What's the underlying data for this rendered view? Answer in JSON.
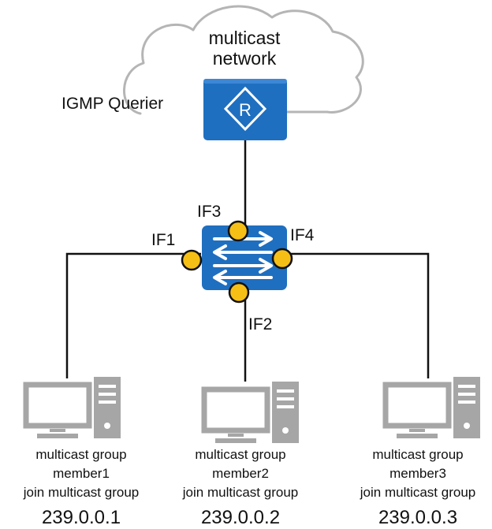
{
  "cloud": {
    "line1": "multicast",
    "line2": "network"
  },
  "querier": {
    "label": "IGMP Querier",
    "router_symbol": "R"
  },
  "interfaces": {
    "if1": "IF1",
    "if2": "IF2",
    "if3": "IF3",
    "if4": "IF4"
  },
  "members": [
    {
      "line1": "multicast group",
      "line2": "member1",
      "line3": "join multicast group",
      "group": "239.0.0.1"
    },
    {
      "line1": "multicast group",
      "line2": "member2",
      "line3": "join multicast group",
      "group": "239.0.0.2"
    },
    {
      "line1": "multicast group",
      "line2": "member3",
      "line3": "join multicast group",
      "group": "239.0.0.3"
    }
  ],
  "colors": {
    "device_blue": "#1f6fc0",
    "port_yellow": "#f5bf16",
    "cloud_stroke": "#b5b5b5",
    "pc_gray": "#a6a6a6",
    "link": "#111111"
  },
  "icons": {
    "router": "router-icon",
    "switch": "switch-icon",
    "host": "pc-icon",
    "cloud": "cloud-icon"
  }
}
